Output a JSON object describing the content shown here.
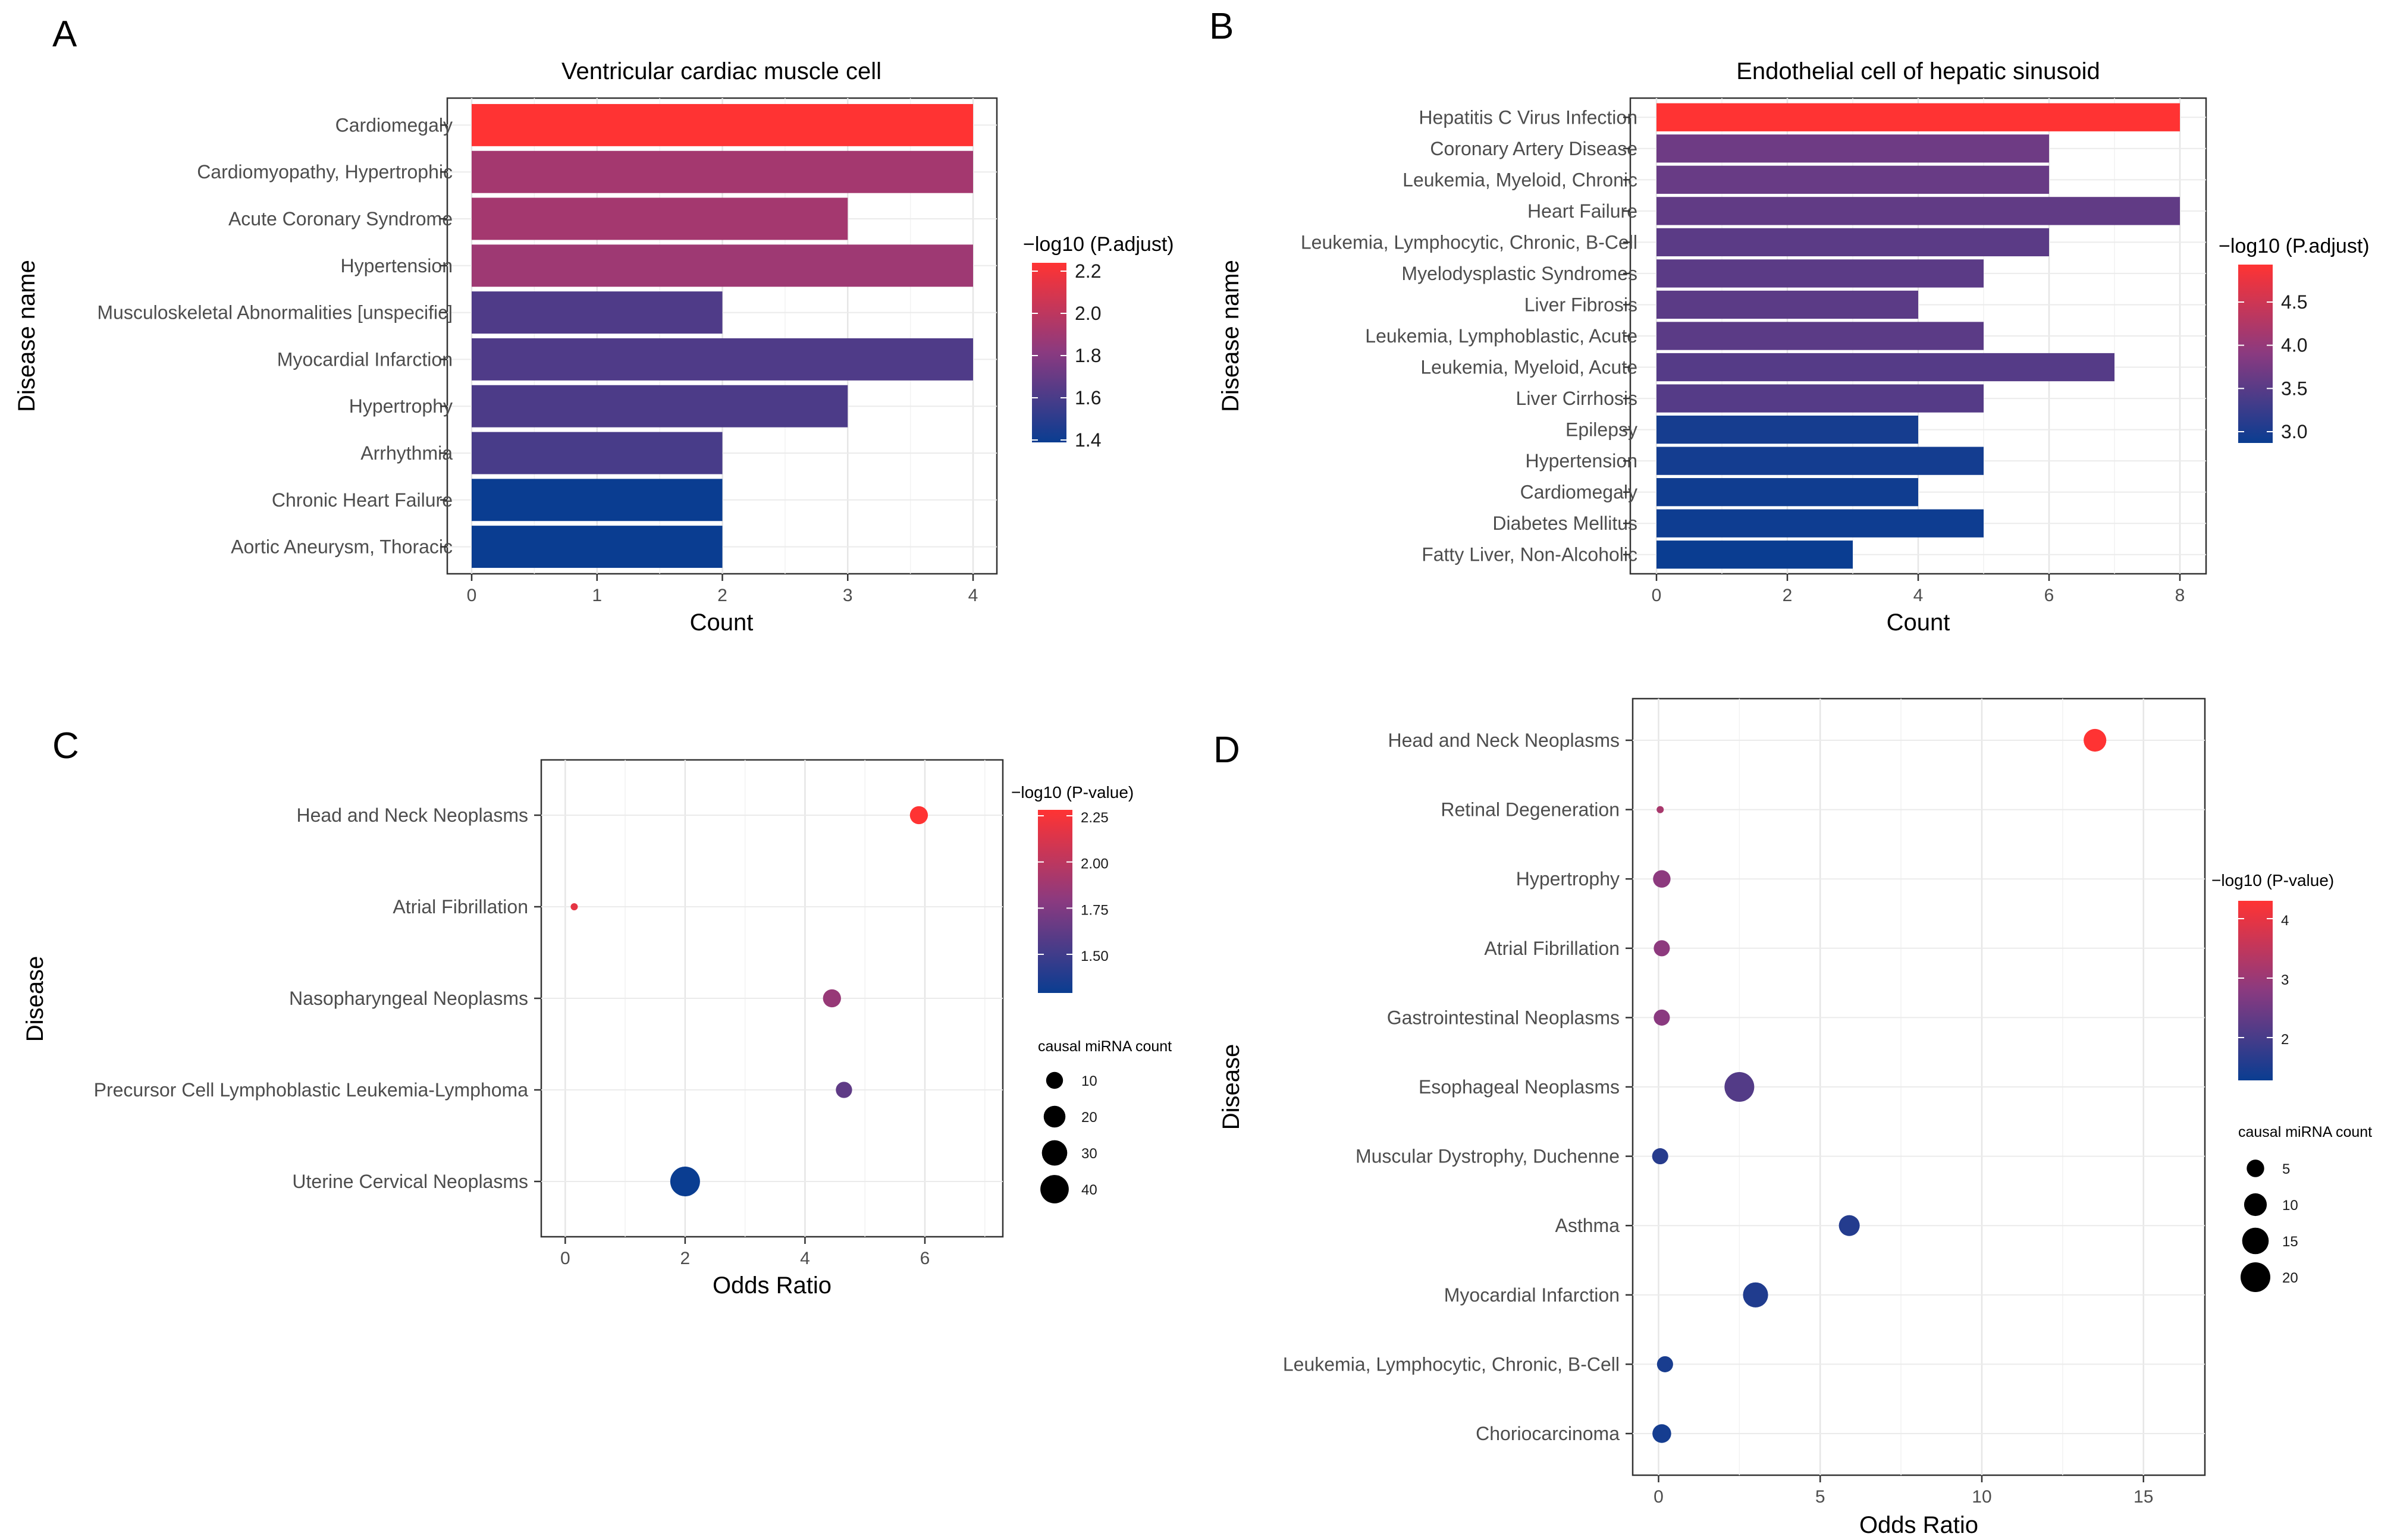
{
  "panels": {
    "a": {
      "letter": "A",
      "legend_title": "−log10 (P.adjust)",
      "legend_ticks": [
        "2.2",
        "2.0",
        "1.8",
        "1.6",
        "1.4"
      ],
      "color_low": "#0a3d91",
      "color_high": "#ff3333"
    },
    "b": {
      "letter": "B",
      "legend_title": "−log10 (P.adjust)",
      "legend_ticks": [
        "4.5",
        "4.0",
        "3.5",
        "3.0"
      ],
      "color_low": "#0a3d91",
      "color_high": "#ff3333"
    },
    "c": {
      "letter": "C",
      "legend_title": "−log10 (P-value)",
      "legend_ticks": [
        "2.25",
        "2.00",
        "1.75",
        "1.50"
      ],
      "size_title": "causal miRNA count",
      "size_ticks": [
        "10",
        "20",
        "30",
        "40"
      ]
    },
    "d": {
      "letter": "D",
      "legend_title": "−log10 (P-value)",
      "legend_ticks": [
        "4",
        "3",
        "2"
      ],
      "size_title": "causal miRNA count",
      "size_ticks": [
        "5",
        "10",
        "15",
        "20"
      ]
    }
  },
  "chart_data": [
    {
      "type": "bar",
      "orientation": "horizontal",
      "title": "Ventricular cardiac muscle cell",
      "xlabel": "Count",
      "ylabel": "Disease name",
      "xlim": [
        0,
        4
      ],
      "xticks": [
        "0",
        "1",
        "2",
        "3",
        "4"
      ],
      "grid": true,
      "legend": "right",
      "categories": [
        "Cardiomegaly",
        "Cardiomyopathy, Hypertrophic",
        "Acute Coronary Syndrome",
        "Hypertension",
        "Musculoskeletal Abnormalities [unspecific]",
        "Myocardial Infarction",
        "Hypertrophy",
        "Arrhythmia",
        "Chronic Heart Failure",
        "Aortic Aneurysm, Thoracic"
      ],
      "values": [
        4,
        4,
        3,
        4,
        2,
        4,
        3,
        2,
        2,
        2
      ],
      "color_values": [
        2.22,
        1.9,
        1.9,
        1.88,
        1.62,
        1.62,
        1.61,
        1.6,
        1.4,
        1.4
      ],
      "color_range": [
        1.4,
        2.22
      ]
    },
    {
      "type": "bar",
      "orientation": "horizontal",
      "title": "Endothelial cell of hepatic sinusoid",
      "xlabel": "Count",
      "ylabel": "Disease name",
      "xlim": [
        0,
        8
      ],
      "xticks": [
        "0",
        "2",
        "4",
        "6",
        "8"
      ],
      "grid": true,
      "legend": "right",
      "categories": [
        "Hepatitis C Virus Infection",
        "Coronary Artery Disease",
        "Leukemia, Myeloid, Chronic",
        "Heart Failure",
        "Leukemia, Lymphocytic, Chronic, B-Cell",
        "Myelodysplastic Syndromes",
        "Liver Fibrosis",
        "Leukemia, Lymphoblastic, Acute",
        "Leukemia, Myeloid, Acute",
        "Liver Cirrhosis",
        "Epilepsy",
        "Hypertension",
        "Cardiomegaly",
        "Diabetes Mellitus",
        "Fatty Liver, Non-Alcoholic"
      ],
      "values": [
        8,
        6,
        6,
        8,
        6,
        5,
        4,
        5,
        7,
        5,
        4,
        5,
        4,
        5,
        3
      ],
      "color_values": [
        4.9,
        3.65,
        3.6,
        3.55,
        3.5,
        3.5,
        3.5,
        3.5,
        3.45,
        3.45,
        2.95,
        2.93,
        2.9,
        2.88,
        2.85
      ],
      "color_range": [
        2.85,
        4.9
      ]
    },
    {
      "type": "scatter",
      "xlabel": "Odds Ratio",
      "ylabel": "Disease",
      "xlim": [
        -0.4,
        7.3
      ],
      "xticks": [
        "0",
        "2",
        "4",
        "6"
      ],
      "grid": true,
      "legend": "right",
      "categories": [
        "Head and Neck Neoplasms",
        "Atrial Fibrillation",
        "Nasopharyngeal Neoplasms",
        "Precursor Cell Lymphoblastic Leukemia-Lymphoma",
        "Uterine Cervical Neoplasms"
      ],
      "x": [
        5.9,
        0.15,
        4.45,
        4.65,
        2.0
      ],
      "size": [
        12,
        2,
        12,
        9,
        45
      ],
      "color_values": [
        2.3,
        2.2,
        1.9,
        1.7,
        1.4
      ],
      "color_range": [
        1.4,
        2.3
      ],
      "size_range": [
        2,
        45
      ]
    },
    {
      "type": "scatter",
      "xlabel": "Odds Ratio",
      "ylabel": "Disease",
      "xlim": [
        -0.8,
        16.9
      ],
      "xticks": [
        "0",
        "5",
        "10",
        "15"
      ],
      "grid": true,
      "legend": "right",
      "categories": [
        "Head and Neck Neoplasms",
        "Retinal Degeneration",
        "Hypertrophy",
        "Atrial Fibrillation",
        "Gastrointestinal Neoplasms",
        "Esophageal Neoplasms",
        "Muscular Dystrophy, Duchenne",
        "Asthma",
        "Myocardial Infarction",
        "Leukemia, Lymphocytic, Chronic, B-Cell",
        "Choriocarcinoma"
      ],
      "x": [
        13.5,
        0.05,
        0.1,
        0.1,
        0.1,
        2.5,
        0.05,
        5.9,
        3.0,
        0.2,
        0.1
      ],
      "size": [
        10,
        1,
        5,
        4,
        4,
        20,
        4,
        8,
        13,
        4,
        6
      ],
      "color_values": [
        4.5,
        3.2,
        2.8,
        2.8,
        2.75,
        2.0,
        1.4,
        1.35,
        1.3,
        1.2,
        1.15
      ],
      "color_range": [
        1.0,
        4.5
      ],
      "size_range": [
        1,
        20
      ]
    }
  ]
}
